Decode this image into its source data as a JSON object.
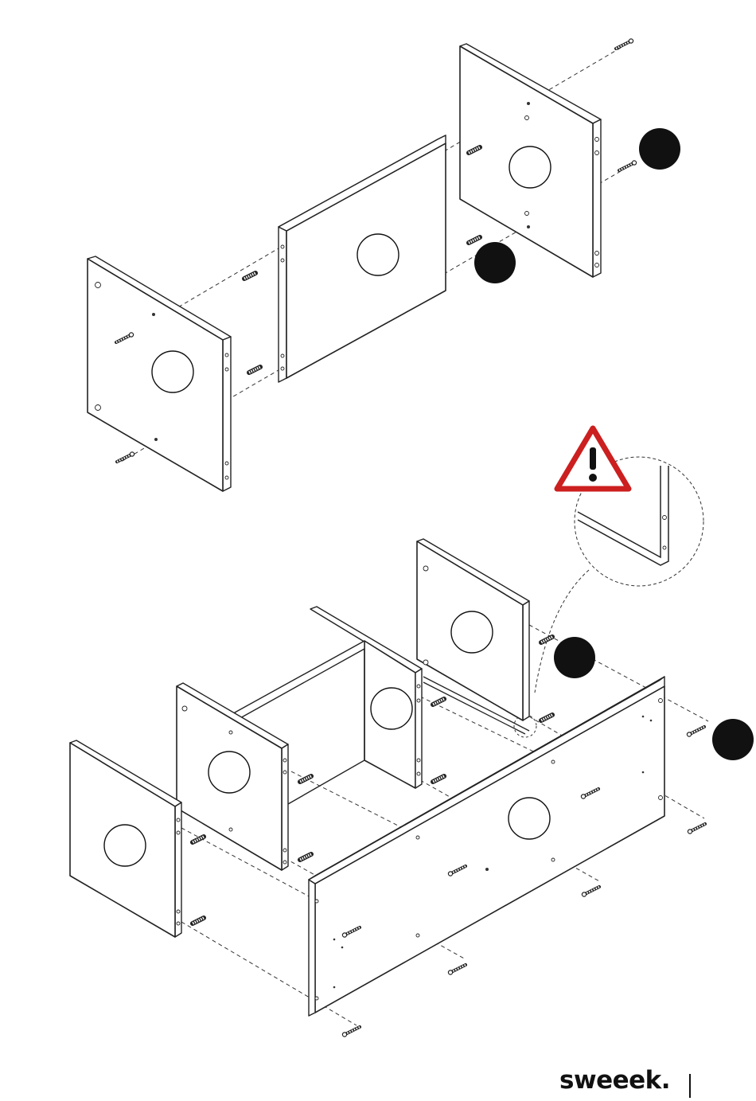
{
  "brand": {
    "name": "sweeek."
  },
  "colors": {
    "warning_red": "#cc1f1f",
    "ink": "#111111",
    "paper": "#ffffff"
  },
  "icons": [
    "warning-triangle-icon",
    "step-marker-icon",
    "screw-icon",
    "dowel-icon"
  ],
  "diagram": {
    "steps": [
      {
        "id": "panel-assembly",
        "step_markers": 2
      },
      {
        "id": "cabinet-assembly",
        "step_markers": 2
      }
    ]
  }
}
